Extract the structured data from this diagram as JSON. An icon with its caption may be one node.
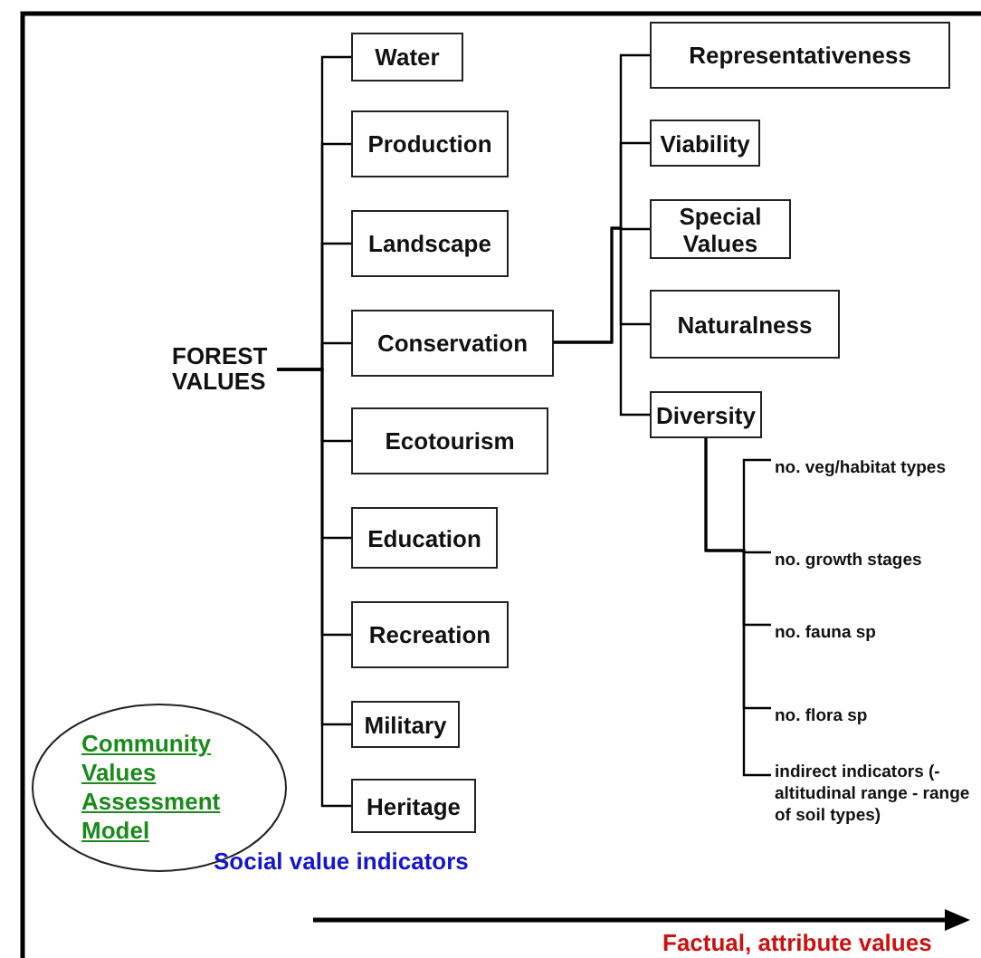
{
  "diagram": {
    "nodes": [
      {
        "text": [
          "FOREST VALUES"
        ]
      },
      {
        "text": [
          "Water"
        ]
      },
      {
        "text": [
          "Production"
        ]
      },
      {
        "text": [
          "Landscape"
        ]
      },
      {
        "text": [
          "Conservation"
        ]
      },
      {
        "text": [
          "Ecotourism"
        ]
      },
      {
        "text": [
          "Education"
        ]
      },
      {
        "text": [
          "Recreation"
        ]
      },
      {
        "text": [
          "Military"
        ]
      },
      {
        "text": [
          "Heritage"
        ]
      },
      {
        "text": [
          "Representativeness"
        ]
      },
      {
        "text": [
          "Viability"
        ]
      },
      {
        "text": [
          "Special Values"
        ]
      },
      {
        "text": [
          "Naturalness"
        ]
      },
      {
        "text": [
          "Diversity"
        ]
      },
      {
        "text": [
          "no. veg/habitat types"
        ]
      },
      {
        "text": [
          "no. growth stages"
        ]
      },
      {
        "text": [
          "no. fauna sp"
        ]
      },
      {
        "text": [
          "no. flora sp"
        ]
      },
      {
        "text": [
          "indirect indicators (-altitudinal range - range of soil types)"
        ]
      },
      {
        "text": [
          "Community Values Assessment Model"
        ]
      }
    ],
    "edges": [
      {
        "from": 0,
        "to": 1,
        "arrow": "none"
      },
      {
        "from": 0,
        "to": 2,
        "arrow": "none"
      },
      {
        "from": 0,
        "to": 3,
        "arrow": "none"
      },
      {
        "from": 0,
        "to": 4,
        "arrow": "none"
      },
      {
        "from": 0,
        "to": 5,
        "arrow": "none"
      },
      {
        "from": 0,
        "to": 6,
        "arrow": "none"
      },
      {
        "from": 0,
        "to": 7,
        "arrow": "none"
      },
      {
        "from": 0,
        "to": 8,
        "arrow": "none"
      },
      {
        "from": 0,
        "to": 9,
        "arrow": "none"
      },
      {
        "from": 4,
        "to": 10,
        "arrow": "none"
      },
      {
        "from": 4,
        "to": 11,
        "arrow": "none"
      },
      {
        "from": 4,
        "to": 12,
        "arrow": "none"
      },
      {
        "from": 4,
        "to": 13,
        "arrow": "none"
      },
      {
        "from": 4,
        "to": 14,
        "arrow": "none"
      },
      {
        "from": 14,
        "to": 15,
        "arrow": "none"
      },
      {
        "from": 14,
        "to": 16,
        "arrow": "none"
      },
      {
        "from": 14,
        "to": 17,
        "arrow": "none"
      },
      {
        "from": 14,
        "to": 18,
        "arrow": "none"
      },
      {
        "from": 14,
        "to": 19,
        "arrow": "none"
      }
    ],
    "labels": [
      "Social value indicators",
      "Factual, attribute values"
    ]
  }
}
